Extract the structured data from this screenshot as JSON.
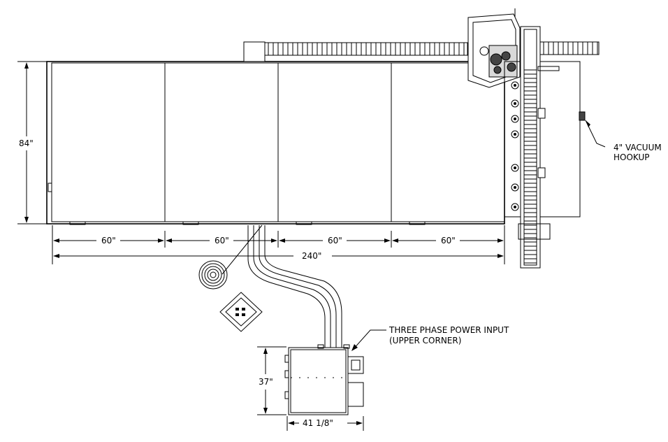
{
  "dimensions": {
    "table_height": "84\"",
    "section_width": "60\"",
    "total_length": "240\"",
    "cabinet_height": "37\"",
    "cabinet_width": "41 1/8\""
  },
  "labels": {
    "vacuum_line1": "4\" VACUUM",
    "vacuum_line2": "HOOKUP",
    "power_line1": "THREE PHASE POWER INPUT",
    "power_line2": "(UPPER CORNER)"
  }
}
